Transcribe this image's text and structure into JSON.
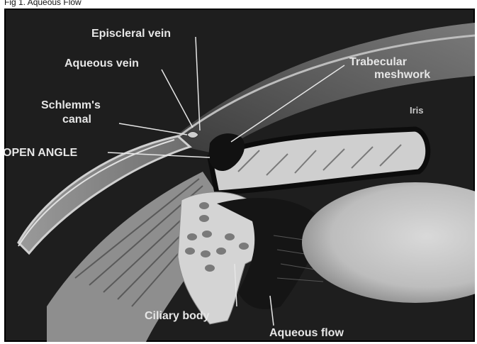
{
  "figure": {
    "caption": "Fig 1. Aqueous Flow"
  },
  "labels": {
    "episcleral_vein": "Episcleral vein",
    "aqueous_vein": "Aqueous vein",
    "trabecular_1": "Trabecular",
    "trabecular_2": "meshwork",
    "schlemm_1": "Schlemm's",
    "schlemm_2": "canal",
    "iris": "Iris",
    "open_angle": "OPEN ANGLE",
    "ciliary_body": "Ciliary body",
    "aqueous_flow": "Aqueous flow"
  }
}
